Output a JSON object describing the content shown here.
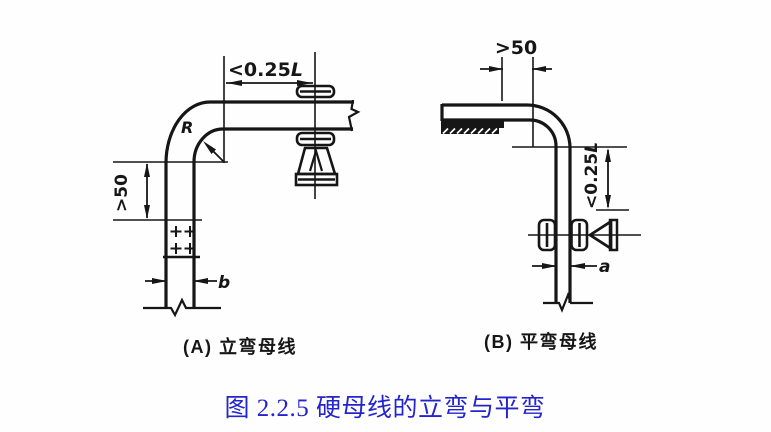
{
  "caption": "图 2.2.5 硬母线的立弯与平弯",
  "colors": {
    "ink": "#161616",
    "caption_blue": "#2424cd",
    "background": "#fefefe"
  },
  "panel_a": {
    "label": "(A) 立弯母线",
    "dim_top_prefix": "<0.25",
    "dim_top_suffix": "L",
    "dim_side": ">50",
    "radius_label": "R",
    "thickness_label": "b"
  },
  "panel_b": {
    "label": "(B) 平弯母线",
    "dim_top": ">50",
    "dim_side_prefix": "<0.25",
    "dim_side_suffix": "L",
    "thickness_label": "a"
  }
}
